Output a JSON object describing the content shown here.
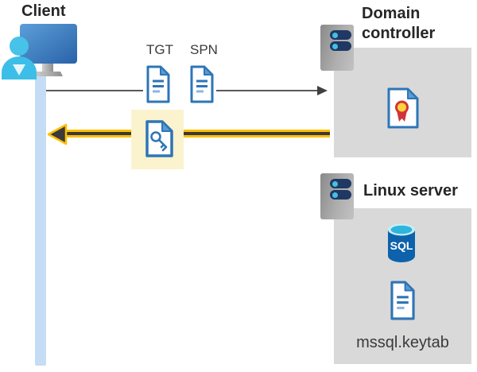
{
  "client": {
    "label": "Client"
  },
  "flow": {
    "tgt_label": "TGT",
    "spn_label": "SPN"
  },
  "domain_controller": {
    "label": "Domain controller"
  },
  "linux_server": {
    "label": "Linux server",
    "database_label": "SQL",
    "keytab_label": "mssql.keytab"
  },
  "icons": {
    "client": "user-with-monitor-icon",
    "tgt": "document-icon",
    "spn": "document-icon",
    "service_ticket": "document-with-key-icon",
    "domain_controller": "server-icon",
    "domain_controller_content": "certificate-icon",
    "linux_server": "server-icon",
    "linux_server_database": "sql-database-icon",
    "linux_server_file": "document-icon"
  },
  "colors": {
    "accent-yellow": "#FFC000",
    "arrow-dark": "#3A3A3A",
    "highlight": "#FBF3CE",
    "panel-gray": "#D9D9D9",
    "line-gray": "#595959",
    "head-gray": "#404040",
    "lifeline": "#C5DDF4",
    "navy": "#1F3864",
    "cyan": "#47BFE2",
    "doc-blue": "#2E75B6",
    "doc-fold": "#5B9BD5",
    "doc-line-light": "#8FB4E0",
    "cert-yellow": "#FFD43B",
    "cert-red": "#D13438",
    "sql-body": "#0D62AB",
    "sql-top-rim": "#C7EFF9",
    "sql-top": "#2FB5DB",
    "text-dark": "#262626",
    "text-gray": "#3B3B3B"
  }
}
